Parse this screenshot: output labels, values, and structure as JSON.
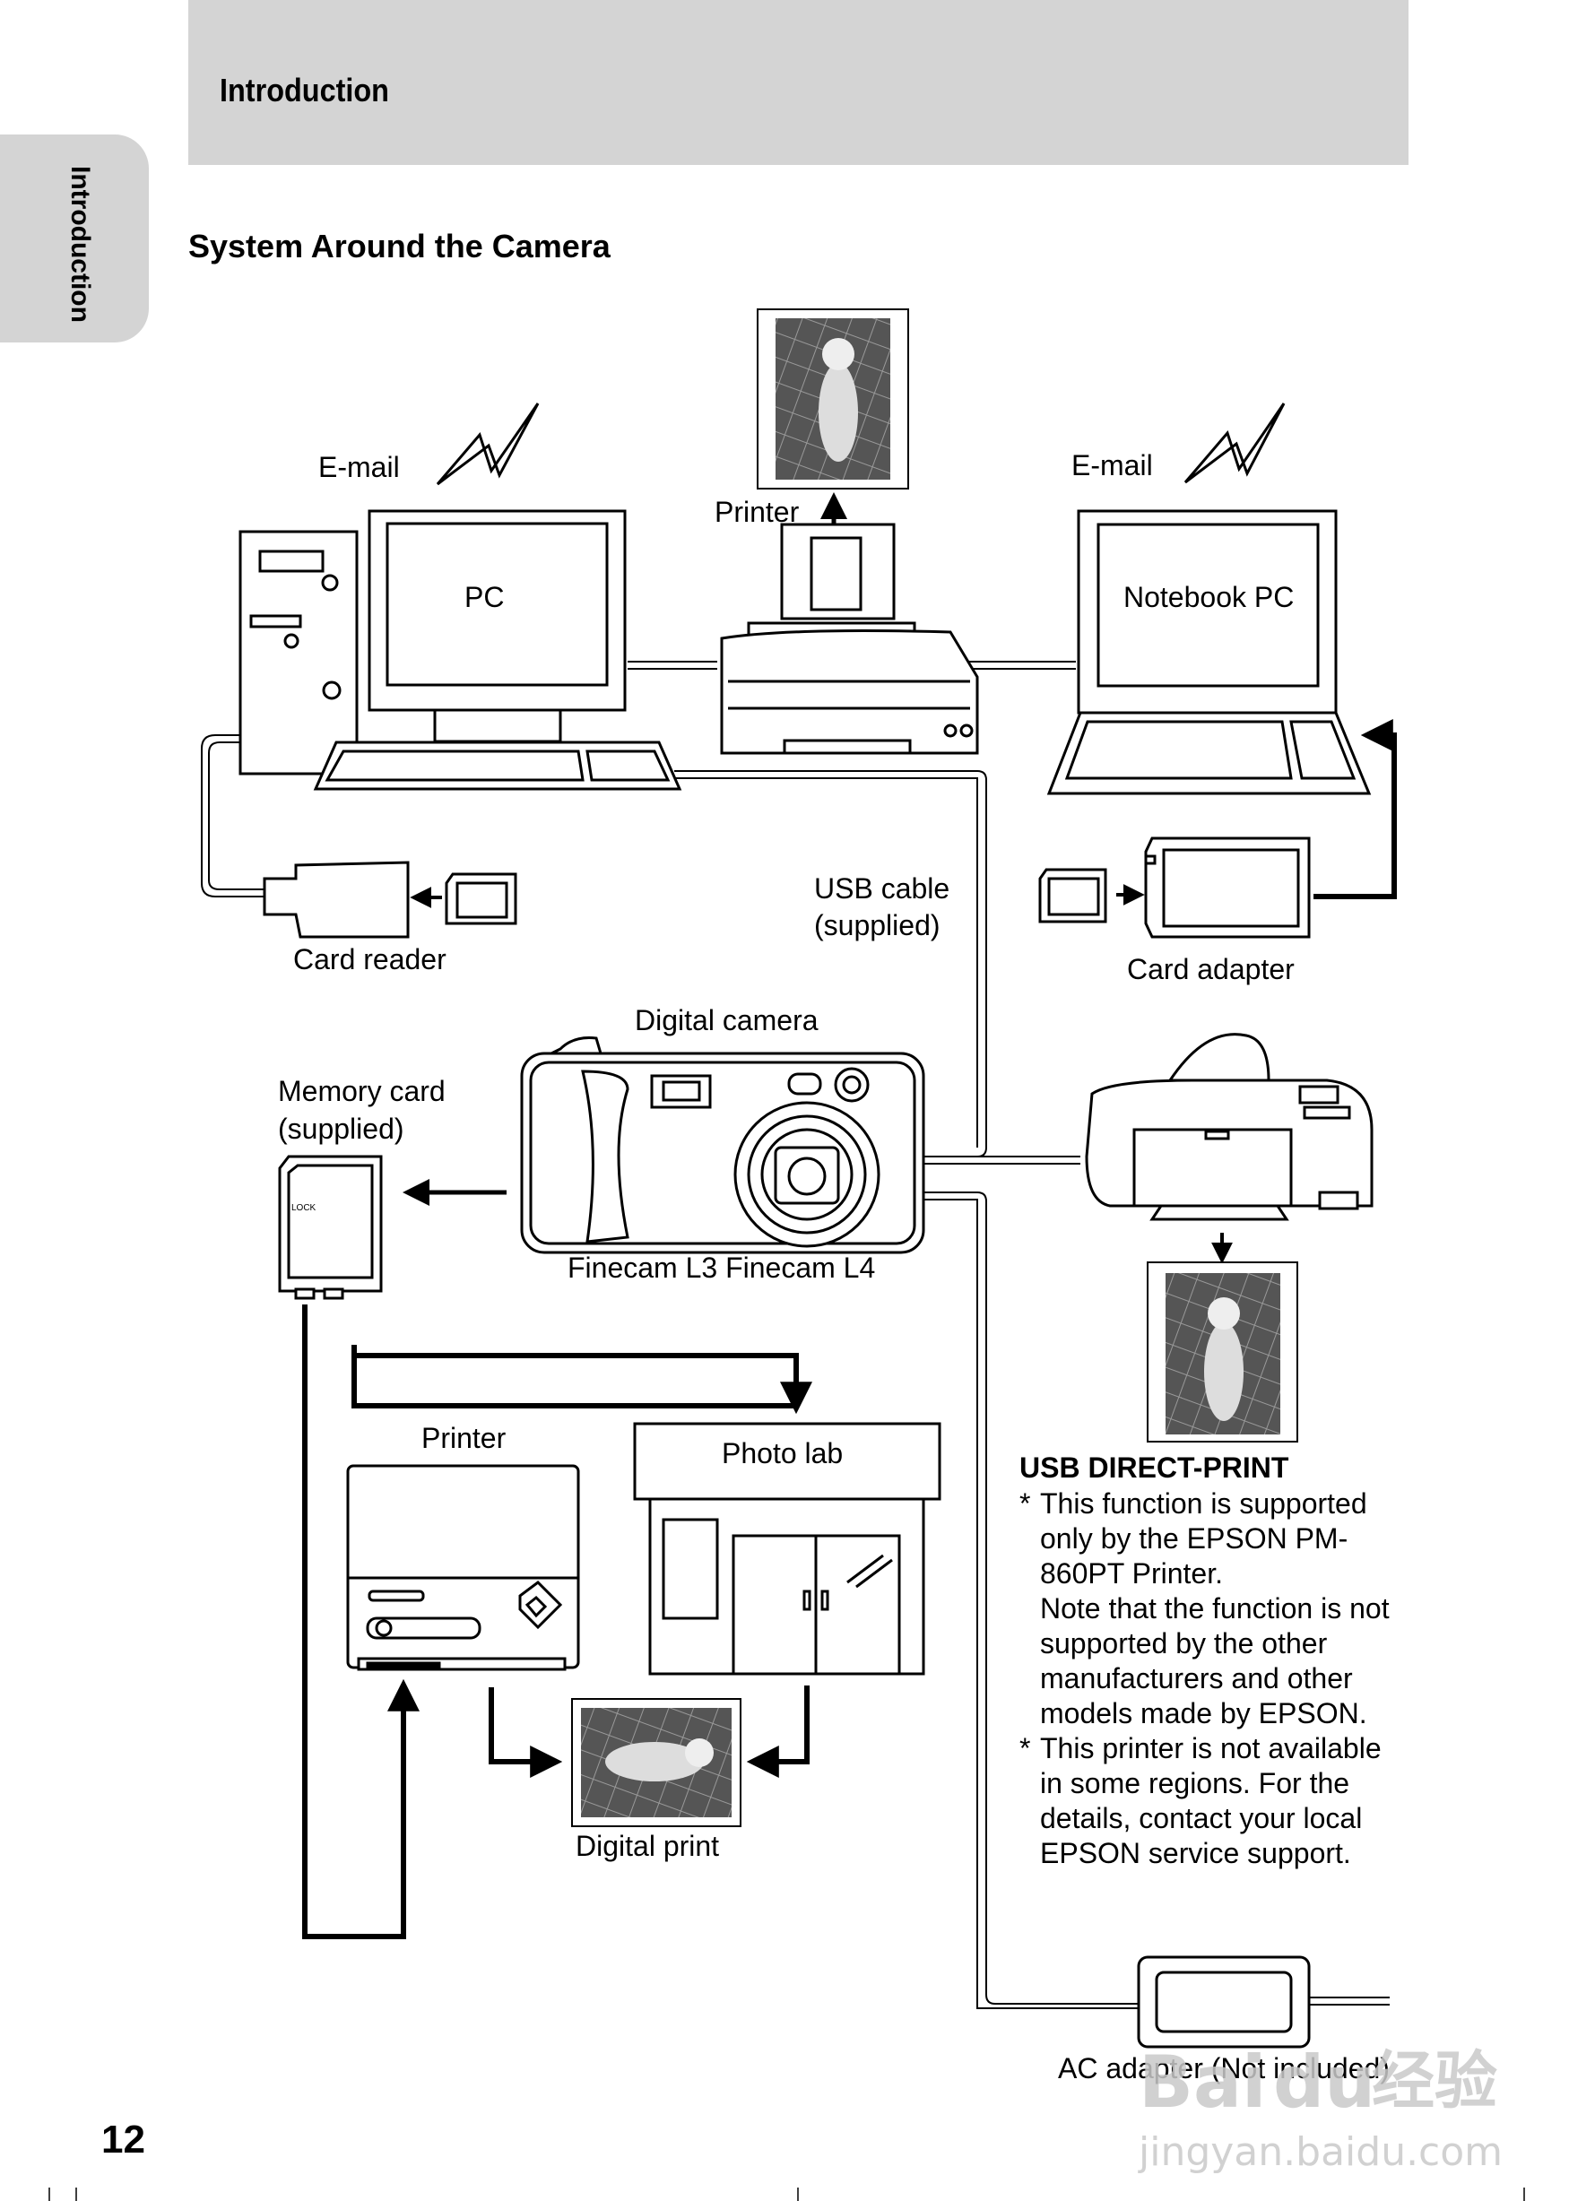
{
  "header": {
    "title": "Introduction"
  },
  "side_tab": {
    "label": "Introduction"
  },
  "section_title": "System Around the Camera",
  "page_number": "12",
  "labels": {
    "email_left": "E-mail",
    "email_right": "E-mail",
    "printer_top": "Printer",
    "pc": "PC",
    "notebook_pc": "Notebook PC",
    "usb_cable_1": "USB cable",
    "usb_cable_2": "(supplied)",
    "card_reader": "Card reader",
    "card_adapter": "Card adapter",
    "digital_camera": "Digital camera",
    "memory_card_1": "Memory card",
    "memory_card_2": "(supplied)",
    "camera_models": "Finecam L3 Finecam L4",
    "printer_bottom": "Printer",
    "photo_lab": "Photo lab",
    "digital_print": "Digital print",
    "ac_adapter": "AC adapter (Not included)"
  },
  "usb_direct_print": {
    "title": "USB DIRECT-PRINT",
    "note1_lines": [
      "This function is supported",
      "only by the EPSON PM-",
      "860PT Printer.",
      "Note that the function is not",
      "supported by the other",
      "manufacturers and other",
      "models made by EPSON."
    ],
    "note2_lines": [
      "This printer is not available",
      "in some regions. For the",
      "details, contact your local",
      "EPSON service support."
    ],
    "bullet": "*"
  },
  "watermark": {
    "text1": "Bai",
    "text2": "du",
    "text3": "经验",
    "url": "jingyan.baidu.com"
  },
  "icons": [
    "lightning-icon",
    "arrow-icon",
    "cat-photo-icon"
  ]
}
